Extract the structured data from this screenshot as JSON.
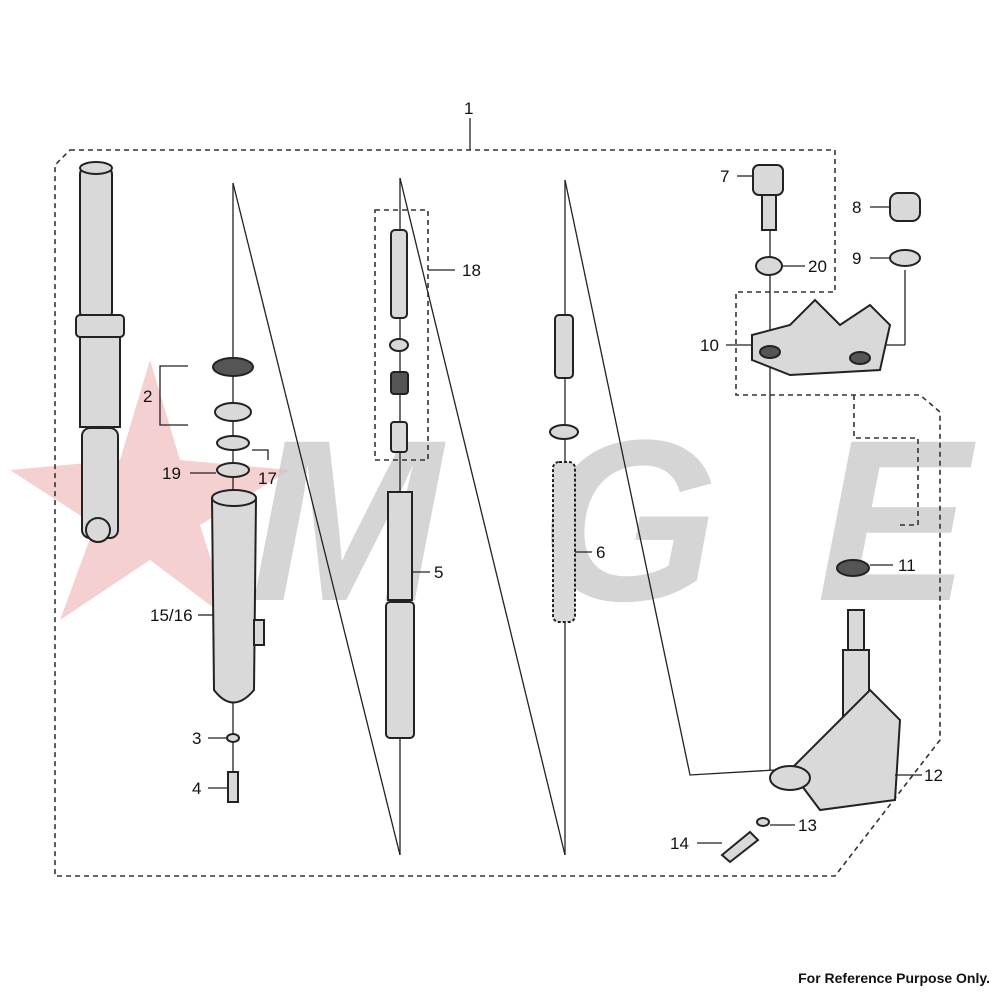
{
  "watermark": {
    "text": "MGE",
    "star_color": "#f2c4c4",
    "letter_color": "#c8c8c8"
  },
  "callouts": {
    "c1": "1",
    "c2": "2",
    "c3": "3",
    "c4": "4",
    "c5": "5",
    "c6": "6",
    "c7": "7",
    "c8": "8",
    "c9": "9",
    "c10": "10",
    "c11": "11",
    "c12": "12",
    "c13": "13",
    "c14": "14",
    "c15_16": "15/16",
    "c17": "17",
    "c18": "18",
    "c19": "19",
    "c20": "20"
  },
  "footer": "For Reference Purpose Only."
}
